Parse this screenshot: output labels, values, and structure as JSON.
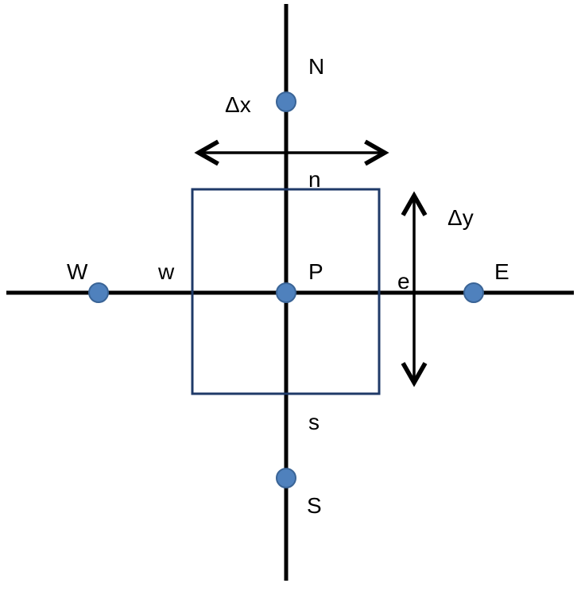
{
  "nodes": {
    "north": "N",
    "south": "S",
    "west": "W",
    "east": "E",
    "center": "P"
  },
  "faces": {
    "north": "n",
    "south": "s",
    "west": "w",
    "east": "e"
  },
  "spacing": {
    "dx": "Δx",
    "dy": "Δy"
  },
  "colors": {
    "axis": "#000000",
    "control_volume": "#1f3a68",
    "node_fill": "#4f81bd",
    "node_stroke": "#3a6496"
  }
}
